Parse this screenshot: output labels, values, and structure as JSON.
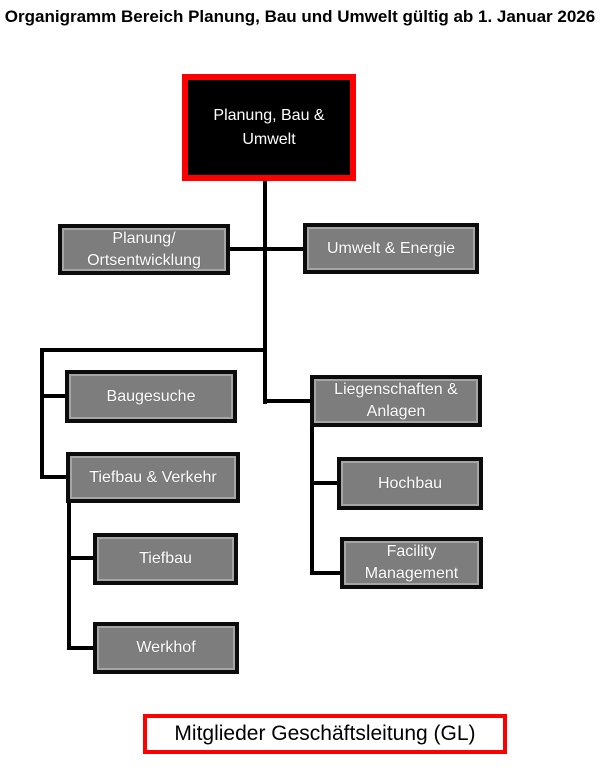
{
  "title": "Organigramm Bereich Planung, Bau und Umwelt gültig ab 1. Januar 2026",
  "nodes": {
    "root": {
      "label": "Planung, Bau &\nUmwelt"
    },
    "planung": {
      "label": "Planung/\nOrtsentwicklung"
    },
    "umwelt": {
      "label": "Umwelt & Energie"
    },
    "baugesuche": {
      "label": "Baugesuche"
    },
    "tiefbau_verkehr": {
      "label": "Tiefbau & Verkehr"
    },
    "tiefbau": {
      "label": "Tiefbau"
    },
    "werkhof": {
      "label": "Werkhof"
    },
    "liegenschaften": {
      "label": "Liegenschaften &\nAnlagen"
    },
    "hochbau": {
      "label": "Hochbau"
    },
    "facility": {
      "label": "Facility\nManagement"
    }
  },
  "legend": {
    "label": "Mitglieder Geschäftsleitung (GL)"
  },
  "colors": {
    "accent_red": "#FE0000",
    "node_gray": "#7D7D7D",
    "node_border_black": "#0C0C0C",
    "root_black": "#000000",
    "text_white": "#FFFFFF",
    "line_black": "#000000"
  }
}
